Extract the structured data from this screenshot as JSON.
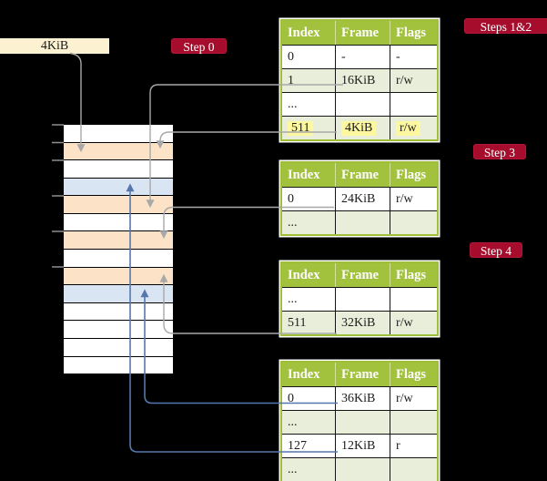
{
  "page_size_box": {
    "label": "4KiB"
  },
  "badges": {
    "step0": "Step 0",
    "steps12": "Steps 1&2",
    "step3": "Step 3",
    "step4": "Step 4"
  },
  "tables": [
    {
      "title_badge": "Steps 1&2",
      "headers": [
        "Index",
        "Frame",
        "Flags"
      ],
      "rows": [
        {
          "cells": [
            "0",
            "-",
            "-"
          ],
          "highlighted": false
        },
        {
          "cells": [
            "1",
            "16KiB",
            "r/w"
          ],
          "highlighted": false
        },
        {
          "cells": [
            "...",
            "",
            ""
          ],
          "highlighted": false
        },
        {
          "cells": [
            "511",
            "4KiB",
            "r/w"
          ],
          "highlighted": true
        }
      ]
    },
    {
      "title_badge": "Step 3",
      "headers": [
        "Index",
        "Frame",
        "Flags"
      ],
      "rows": [
        {
          "cells": [
            "0",
            "24KiB",
            "r/w"
          ],
          "highlighted": false
        },
        {
          "cells": [
            "...",
            "",
            ""
          ],
          "highlighted": false
        }
      ]
    },
    {
      "title_badge": "Step 4",
      "headers": [
        "Index",
        "Frame",
        "Flags"
      ],
      "rows": [
        {
          "cells": [
            "...",
            "",
            ""
          ],
          "highlighted": false
        },
        {
          "cells": [
            "511",
            "32KiB",
            "r/w"
          ],
          "highlighted": false
        }
      ]
    },
    {
      "title_badge": "",
      "headers": [
        "Index",
        "Frame",
        "Flags"
      ],
      "rows": [
        {
          "cells": [
            "0",
            "36KiB",
            "r/w"
          ],
          "highlighted": false
        },
        {
          "cells": [
            "...",
            "",
            ""
          ],
          "highlighted": false
        },
        {
          "cells": [
            "127",
            "12KiB",
            "r"
          ],
          "highlighted": false
        },
        {
          "cells": [
            "...",
            "",
            ""
          ],
          "highlighted": false
        }
      ]
    }
  ],
  "memory": {
    "rows": [
      "free",
      "frame-orange",
      "free",
      "frame-blue",
      "frame-orange",
      "free",
      "frame-orange",
      "free",
      "frame-orange",
      "frame-blue",
      "free",
      "free",
      "free",
      "free"
    ]
  },
  "connections": [
    {
      "source": "size-label-4KiB",
      "target": "frame-4KiB",
      "color": "gray"
    },
    {
      "source": "table1-entry-1-16KiB",
      "target": "frame-16KiB",
      "color": "gray"
    },
    {
      "source": "table1-entry-511-4KiB",
      "target": "frame-4KiB",
      "color": "gray"
    },
    {
      "source": "table2-entry-0-24KiB",
      "target": "frame-24KiB",
      "color": "gray"
    },
    {
      "source": "table3-entry-511-32KiB",
      "target": "frame-32KiB",
      "color": "gray"
    },
    {
      "source": "table4-entry-0-36KiB",
      "target": "frame-36KiB",
      "color": "blue"
    },
    {
      "source": "table4-entry-127-12KiB",
      "target": "frame-12KiB",
      "color": "blue"
    }
  ],
  "colors": {
    "badge_red": "#a60d2c",
    "table_header_green": "#a2c13c",
    "table_row_green": "#e9eeda",
    "highlight_yellow": "#fdf7a0",
    "frame_orange": "#fce3c7",
    "frame_blue": "#d9e5f3",
    "size_box_cream": "#fcf1d0",
    "arrow_gray": "#a8a8a8",
    "arrow_blue": "#5577ad"
  }
}
